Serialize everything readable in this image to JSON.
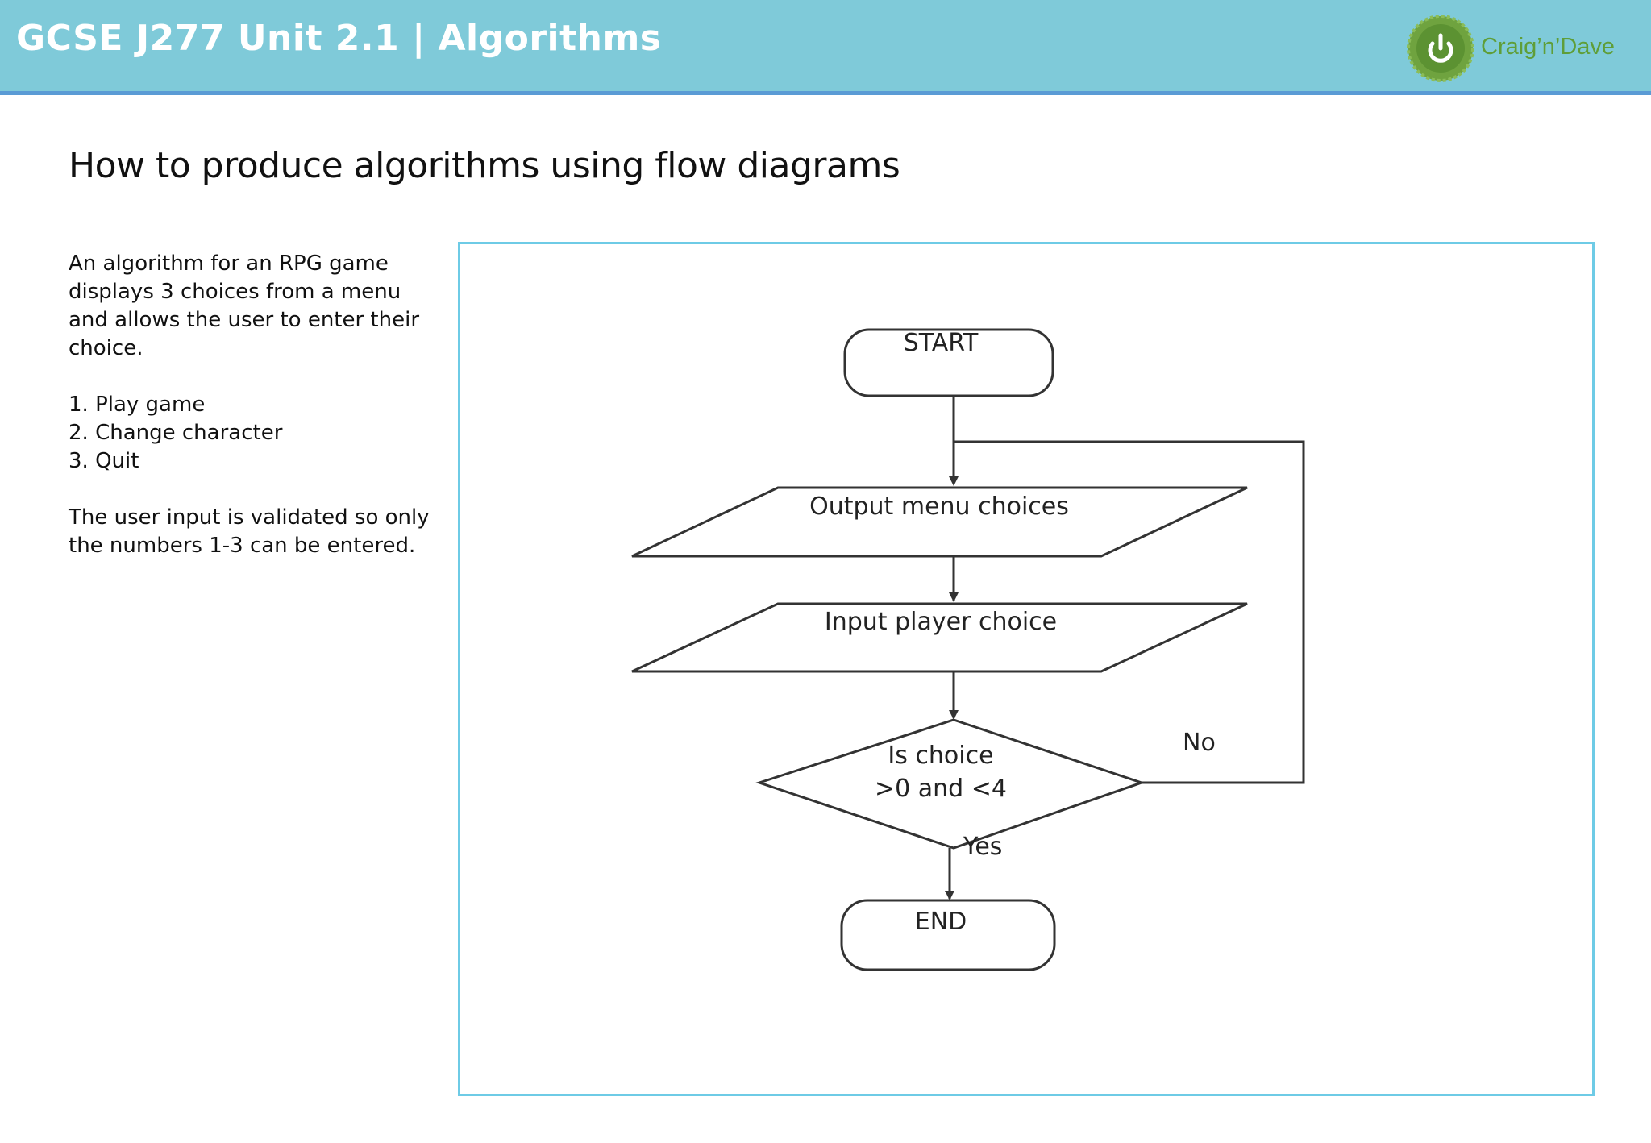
{
  "header": {
    "title": "GCSE J277 Unit 2.1 | Algorithms",
    "logo_text": "Craig’n’Dave",
    "colors": {
      "bar": "#7fcad9",
      "underline": "#5a9bd5",
      "logo_green": "#5f9e38"
    }
  },
  "slide": {
    "title": "How to produce algorithms using flow diagrams",
    "intro": "An algorithm for an RPG game displays 3 choices from a menu and allows the user to enter their choice.",
    "menu_items": [
      "1. Play game",
      "2. Change character",
      "3. Quit"
    ],
    "note": "The user input is validated so only the numbers 1-3 can be entered."
  },
  "flowchart": {
    "start": "START",
    "output": "Output menu choices",
    "input": "Input player choice",
    "decision_line1": "Is choice",
    "decision_line2": ">0 and <4",
    "no_label": "No",
    "yes_label": "Yes",
    "end": "END"
  }
}
